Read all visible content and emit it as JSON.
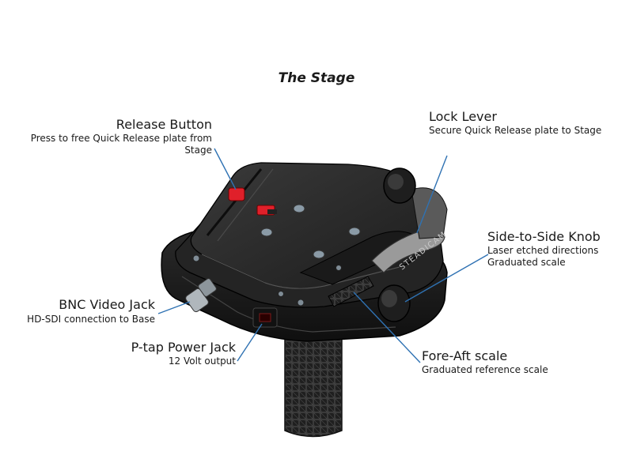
{
  "title": "The Stage",
  "product_marking": "STEADICAM",
  "callouts": {
    "release_button": {
      "title": "Release Button",
      "desc_1": "Press to free Quick Release plate from",
      "desc_2": "Stage"
    },
    "lock_lever": {
      "title": "Lock Lever",
      "desc_1": "Secure Quick Release plate to Stage"
    },
    "side_knob": {
      "title": "Side-to-Side Knob",
      "desc_1": "Laser etched directions",
      "desc_2": "Graduated scale"
    },
    "bnc_jack": {
      "title": "BNC Video Jack",
      "desc_1": "HD-SDI connection to Base"
    },
    "ptap_jack": {
      "title": "P-tap Power Jack",
      "desc_1": "12 Volt output"
    },
    "fore_aft": {
      "title": "Fore-Aft scale",
      "desc_1": "Graduated reference scale"
    }
  },
  "colors": {
    "leader_line": "#2f72b3",
    "body_dark": "#1b1b1b",
    "body_top": "#2a2a2a",
    "release_red": "#e0202a",
    "screw": "#8a9aa6"
  }
}
